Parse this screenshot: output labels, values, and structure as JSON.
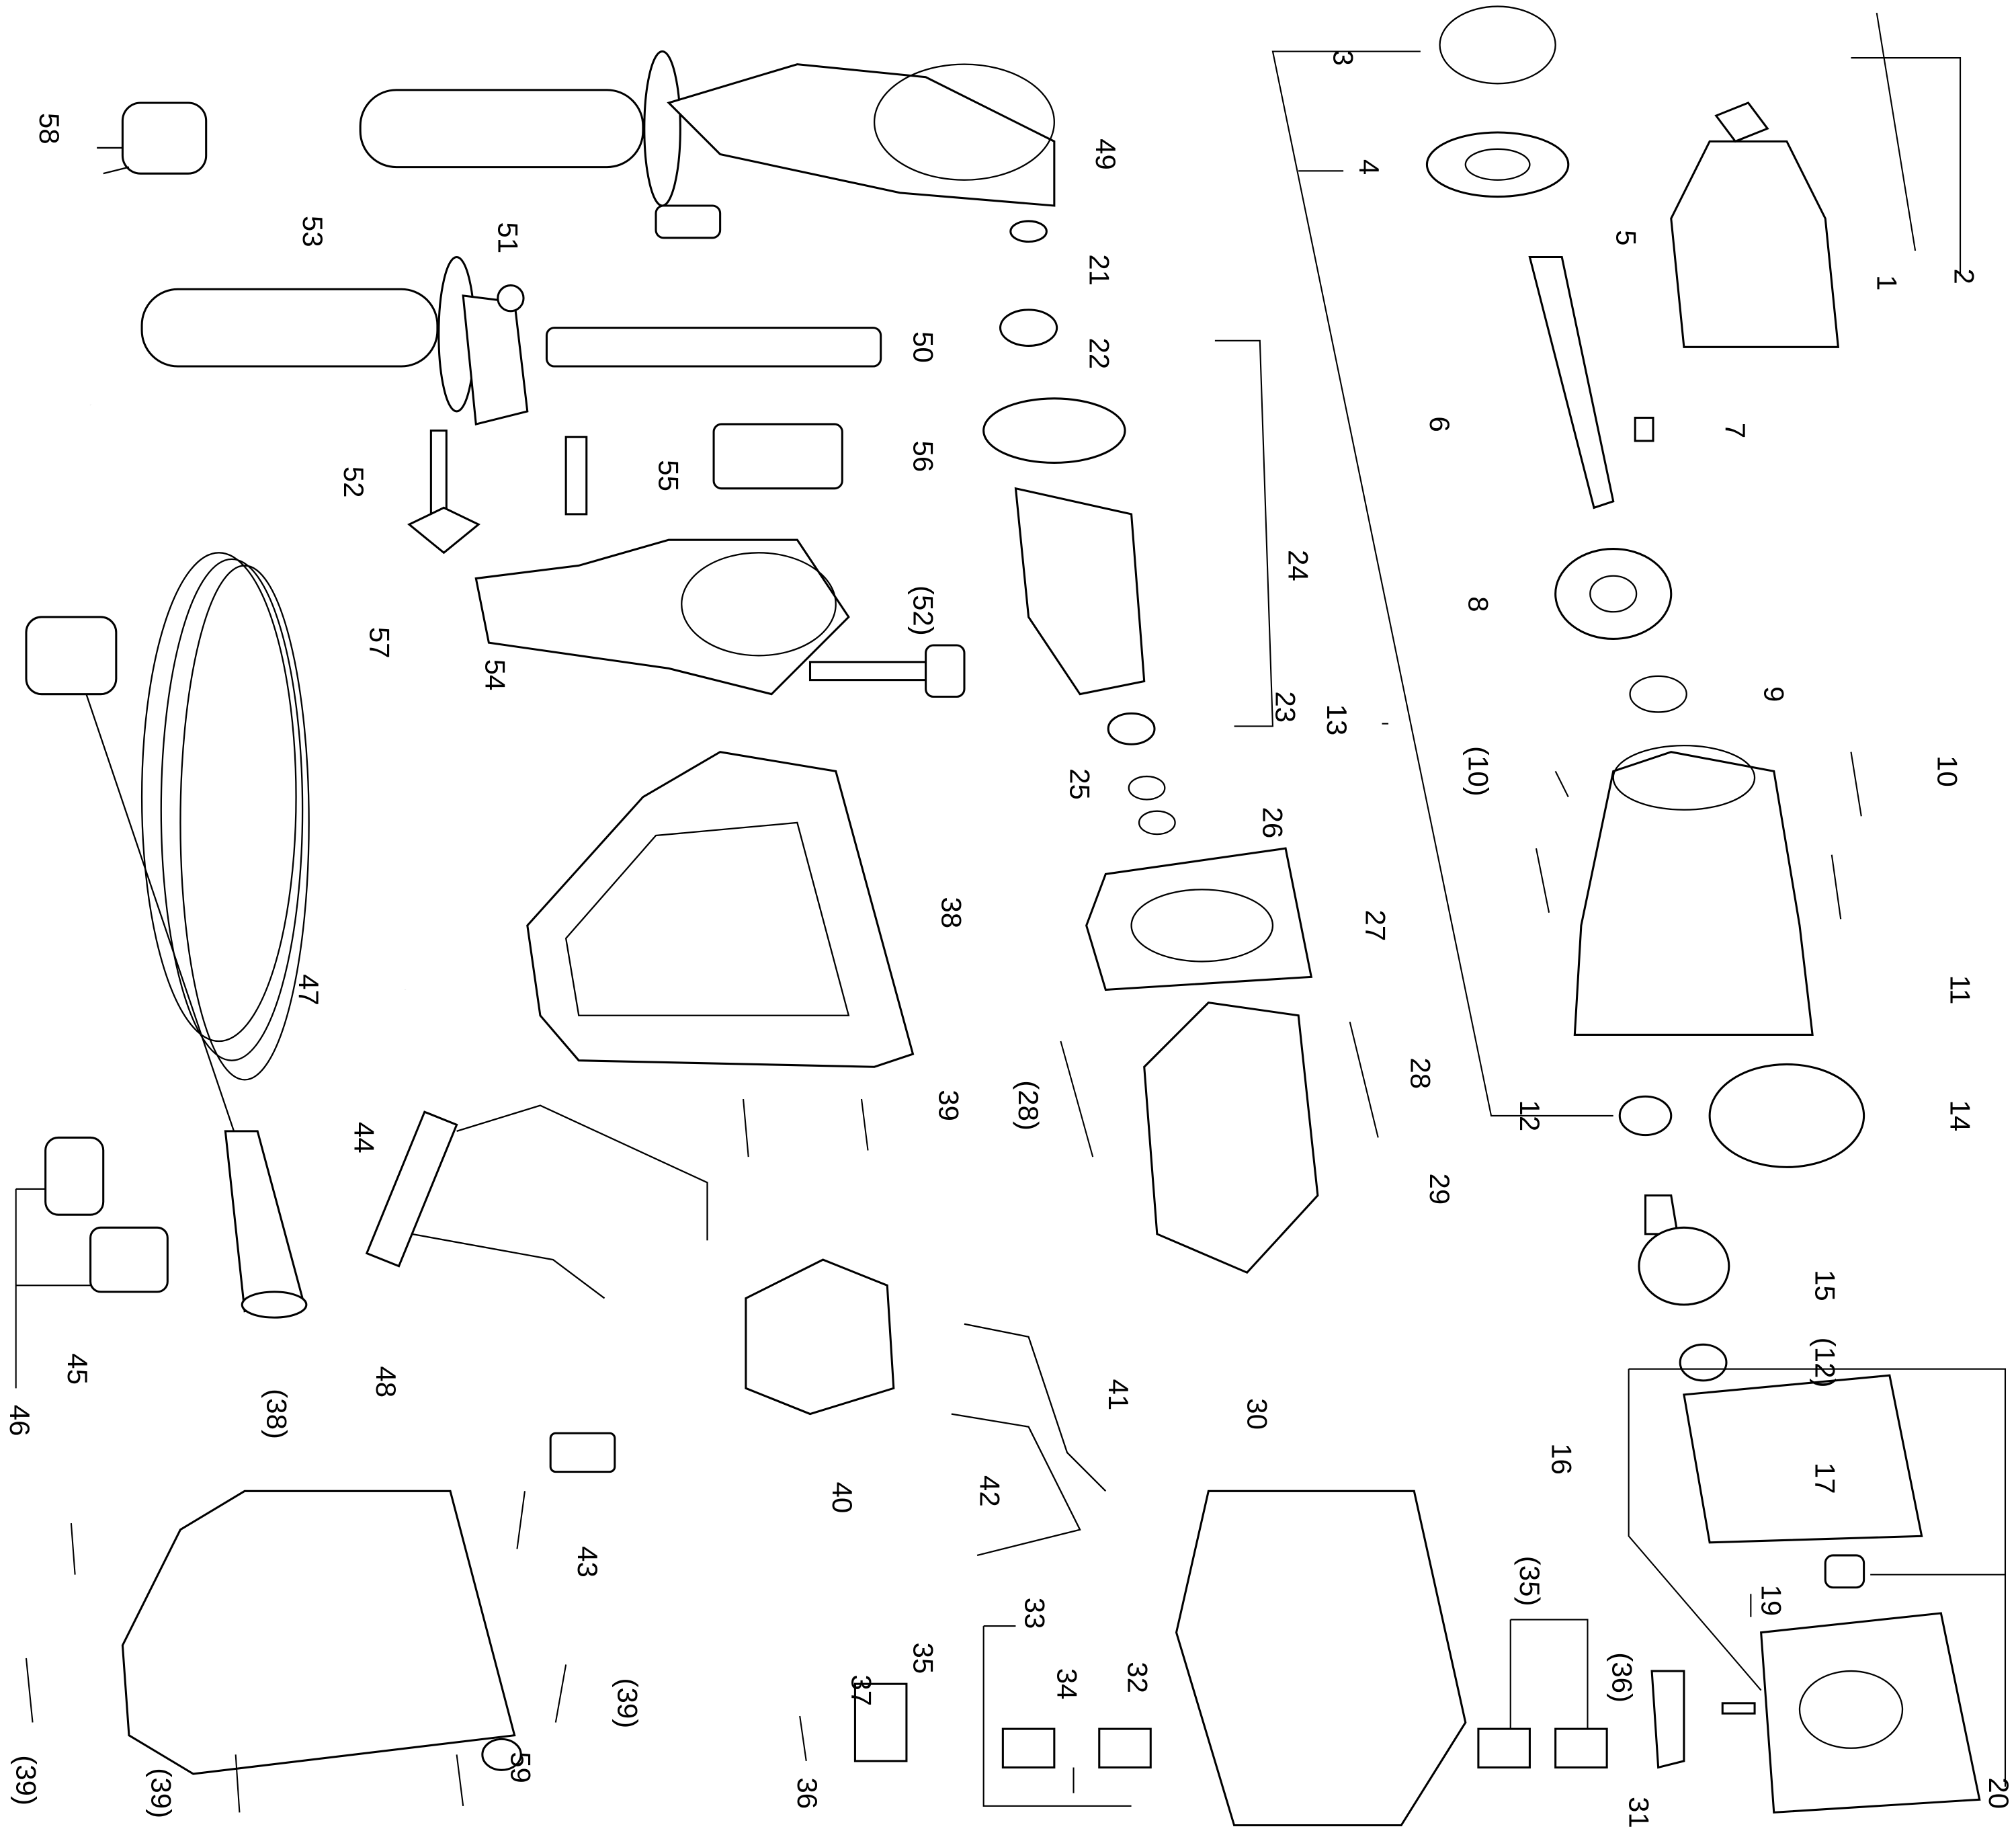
{
  "diagram": {
    "title": "Exploded parts view – rotary hammer drill",
    "labels": [
      "58",
      "53",
      "51",
      "49",
      "50",
      "52",
      "55",
      "56",
      "(52)",
      "57",
      "54",
      "21",
      "22",
      "24",
      "23",
      "25",
      "26",
      "27",
      "38",
      "47",
      "44",
      "39",
      "(28)",
      "28",
      "29",
      "48",
      "45",
      "46",
      "41",
      "42",
      "40",
      "43",
      "(38)",
      "(39)",
      "(39)",
      "59",
      "(39)",
      "37",
      "35",
      "33",
      "34",
      "32",
      "36",
      "30",
      "(35)",
      "(36)",
      "31",
      "20",
      "19",
      "17",
      "16",
      "(12)",
      "15",
      "12",
      "14",
      "13",
      "11",
      "10",
      "(10)",
      "9",
      "8",
      "6",
      "7",
      "5",
      "4",
      "3",
      "1",
      "2"
    ]
  }
}
